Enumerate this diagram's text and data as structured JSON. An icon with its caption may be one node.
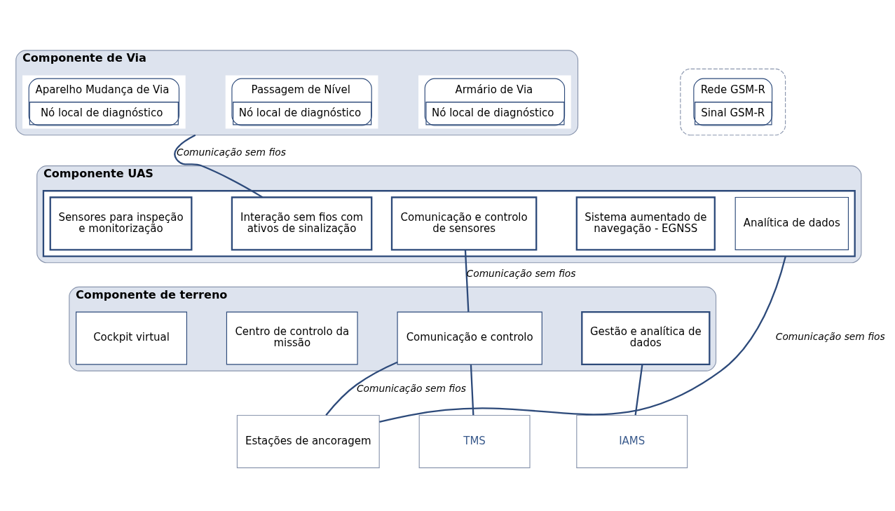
{
  "diagram": {
    "nodes": [
      {
        "text": [
          "Componente de Via"
        ]
      },
      {
        "text": [
          "Aparelho Mudança de Via",
          "Nó local de diagnóstico"
        ],
        "in": 0
      },
      {
        "text": [
          "Passagem de Nível",
          "Nó local de diagnóstico"
        ],
        "in": 0
      },
      {
        "text": [
          "Armário de Via",
          "Nó local de diagnóstico"
        ],
        "in": 0
      },
      {
        "text": [],
        "shape": "box"
      },
      {
        "text": [
          "Rede GSM-R",
          "Sinal GSM-R"
        ],
        "in": 4
      },
      {
        "text": [
          "Componente UAS"
        ]
      },
      {
        "text": [],
        "shape": "box",
        "in": 6
      },
      {
        "text": [
          "Sensores para inspeção e monitorização"
        ],
        "in": 7
      },
      {
        "text": [
          "Interação sem fios com ativos de sinalização"
        ],
        "in": 7
      },
      {
        "text": [
          "Analítica de dados"
        ],
        "in": 7
      },
      {
        "text": [
          "Comunicação e controlo de sensores"
        ],
        "in": 7
      },
      {
        "text": [
          "Sistema aumentado de navegação - EGNSS"
        ],
        "in": 7
      },
      {
        "text": [
          "Componente de terreno"
        ]
      },
      {
        "text": [
          "Cockpit virtual"
        ],
        "in": 13
      },
      {
        "text": [
          "Centro de controlo da missão"
        ],
        "in": 13
      },
      {
        "text": [
          "Comunicação e controlo"
        ],
        "in": 13
      },
      {
        "text": [
          "Gestão e analítica de dados"
        ],
        "in": 13
      },
      {
        "text": [
          "Estações de ancoragem"
        ]
      },
      {
        "text": [
          "TMS"
        ]
      },
      {
        "text": [
          "IAMS"
        ]
      }
    ],
    "edges": [
      {
        "from": 0,
        "to": 9,
        "arrow": "none",
        "label": "Comunicação sem fios"
      },
      {
        "from": 18,
        "to": 7,
        "arrow": "none",
        "label": "Comunicação sem fios"
      },
      {
        "from": 11,
        "to": 16,
        "arrow": "none",
        "label": "Comunicação sem fios"
      },
      {
        "from": 18,
        "to": 16,
        "arrow": "none",
        "label": "Comunicação sem fios"
      },
      {
        "from": 16,
        "to": 19,
        "arrow": "none"
      },
      {
        "from": 17,
        "to": 20,
        "arrow": "none"
      }
    ]
  }
}
